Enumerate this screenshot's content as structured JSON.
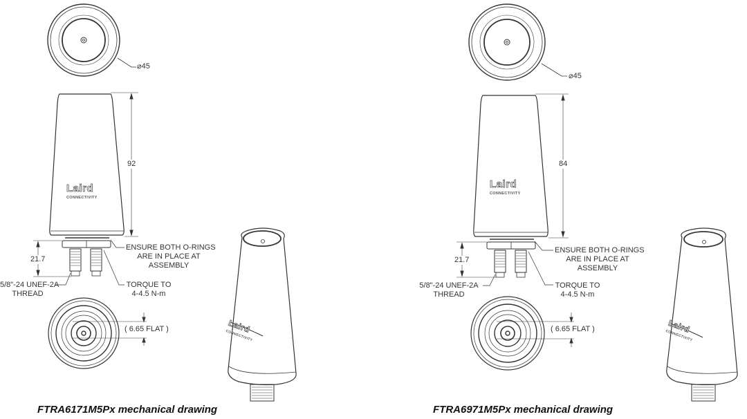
{
  "drawings": [
    {
      "id": "left",
      "caption": "FTRA6171M5Px mechanical drawing",
      "diameter_label": "⌀45",
      "height_label": "92",
      "base_height_label": "21.7",
      "oring_note": [
        "ENSURE BOTH O-RINGS",
        "ARE IN PLACE AT",
        "ASSEMBLY"
      ],
      "thread_note": [
        "5/8\"-24 UNEF-2A",
        "THREAD"
      ],
      "torque_note": [
        "TORQUE TO",
        "4-4.5 N-m"
      ],
      "flat_label": "( 6.65 FLAT )",
      "brand_name": "Laird",
      "brand_sub": "CONNECTIVITY"
    },
    {
      "id": "right",
      "caption": "FTRA6971M5Px mechanical drawing",
      "diameter_label": "⌀45",
      "height_label": "84",
      "base_height_label": "21.7",
      "oring_note": [
        "ENSURE BOTH O-RINGS",
        "ARE IN PLACE AT",
        "ASSEMBLY"
      ],
      "thread_note": [
        "5/8\"-24 UNEF-2A",
        "THREAD"
      ],
      "torque_note": [
        "TORQUE TO",
        "4-4.5 N-m"
      ],
      "flat_label": "( 6.65 FLAT )",
      "brand_name": "Laird",
      "brand_sub": "CONNECTIVITY"
    }
  ],
  "colors": {
    "line": "#333333",
    "light_line": "#888888",
    "background": "#ffffff"
  }
}
